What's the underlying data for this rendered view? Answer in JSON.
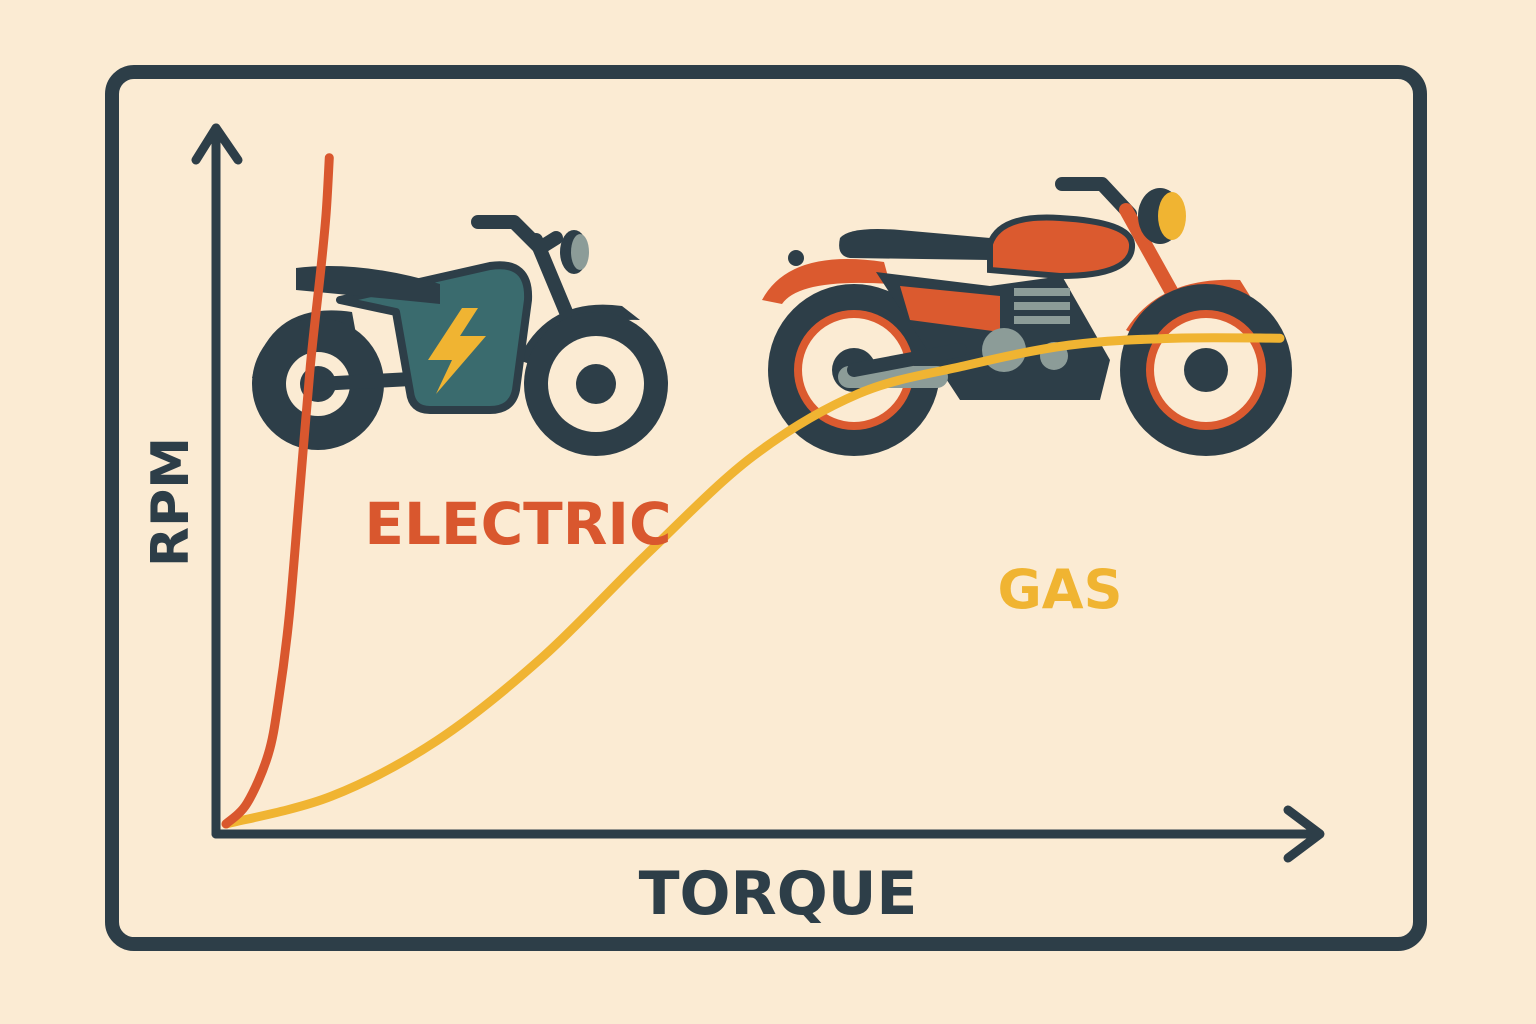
{
  "colors": {
    "background": "#fbebd3",
    "frame": "#2d3e48",
    "axis": "#2d3e48",
    "electric": "#d9572e",
    "gas": "#f0b432",
    "electric_body": "#3a6b6e",
    "gas_body": "#db5a2f",
    "gray": "#8c9c98"
  },
  "icons": [
    "electric-motorcycle-icon",
    "gas-motorcycle-icon",
    "lightning-bolt-icon"
  ],
  "chart_data": {
    "type": "line",
    "xlabel": "TORQUE",
    "ylabel": "RPM",
    "xlim": [
      0,
      100
    ],
    "ylim": [
      0,
      100
    ],
    "grid": false,
    "legend": "none",
    "series": [
      {
        "name": "ELECTRIC",
        "color": "#d9572e",
        "x": [
          0,
          2,
          4,
          5,
          6,
          7,
          8,
          9,
          9.5,
          9.8
        ],
        "y": [
          0,
          3,
          10,
          18,
          30,
          48,
          66,
          80,
          88,
          96
        ]
      },
      {
        "name": "GAS",
        "color": "#f0b432",
        "x": [
          0,
          10,
          20,
          30,
          40,
          50,
          60,
          70,
          80,
          90,
          100
        ],
        "y": [
          0,
          4,
          12,
          24,
          39,
          53,
          62,
          66,
          69,
          70,
          70
        ]
      }
    ]
  }
}
